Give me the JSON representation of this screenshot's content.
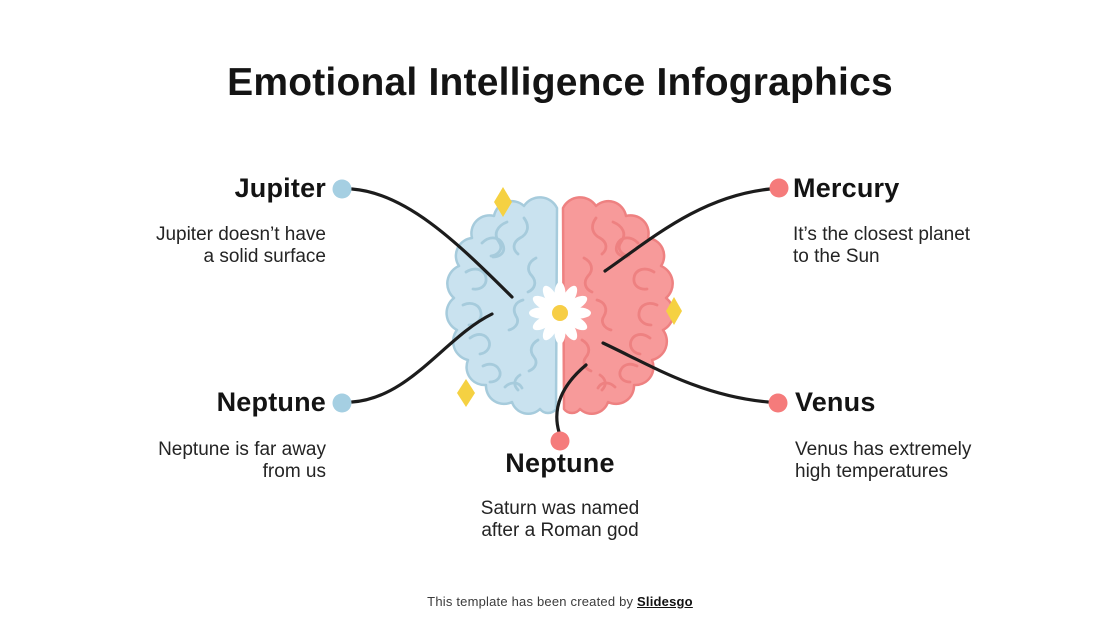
{
  "title": "Emotional Intelligence Infographics",
  "items": [
    {
      "id": "jupiter",
      "label": "Jupiter",
      "dot_color": "#a5cfe2",
      "lines": [
        "Jupiter doesn’t have",
        "a solid surface"
      ]
    },
    {
      "id": "neptune-left",
      "label": "Neptune",
      "dot_color": "#a5cfe2",
      "lines": [
        "Neptune is far away",
        "from us"
      ]
    },
    {
      "id": "mercury",
      "label": "Mercury",
      "dot_color": "#f57b7b",
      "lines": [
        "It’s the closest planet",
        "to the Sun"
      ]
    },
    {
      "id": "venus",
      "label": "Venus",
      "dot_color": "#f57b7b",
      "lines": [
        "Venus has extremely",
        "high temperatures"
      ]
    },
    {
      "id": "neptune-bottom",
      "label": "Neptune",
      "dot_color": "#f57b7b",
      "lines": [
        "Saturn was named",
        "after a Roman god"
      ]
    }
  ],
  "footer": {
    "text": "This template has been created by ",
    "brand": "Slidesgo"
  },
  "colors": {
    "background": "#ffffff",
    "text_dark": "#141414",
    "accent_blue": "#a5cfe2",
    "accent_red": "#f57b7b",
    "brain_blue_fill": "#c9e2ef",
    "brain_blue_line": "#a6cbdc",
    "brain_pink_fill": "#f79a9a",
    "brain_pink_line": "#ee8181",
    "diamond_yellow": "#f5d142",
    "daisy_center_yellow": "#f7ce46",
    "connector_black": "#1c1c1c"
  }
}
